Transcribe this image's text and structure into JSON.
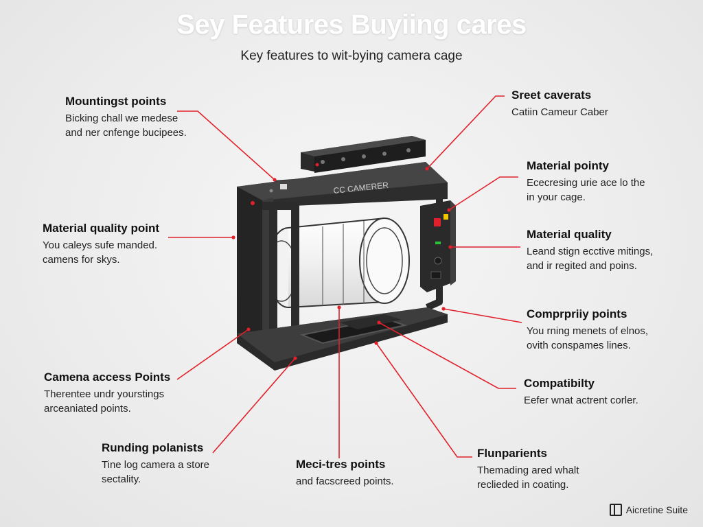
{
  "title": "Sey Features Buyiing cares",
  "subtitle": "Key features to wit-bying camera cage",
  "cage_label": "CC CAMERER",
  "callouts": {
    "mounting": {
      "heading": "Mountingst points",
      "desc1": "Bicking chall we medese",
      "desc2": "and ner cnfenge bucipees."
    },
    "material_quality_point": {
      "heading": "Material quality point",
      "desc1": "You caleys sufe manded.",
      "desc2": "camens for skys."
    },
    "camena_access": {
      "heading": "Camena access Points",
      "desc1": "Therentee undr yourstings",
      "desc2": "arceaniated points."
    },
    "runding": {
      "heading": "Runding polanists",
      "desc1": "Tine log camera a store",
      "desc2": "sectality."
    },
    "meci_tres": {
      "heading": "Meci-tres points",
      "desc1": "and facscreed points."
    },
    "sreet": {
      "heading": "Sreet caverats",
      "desc1": "Catiin Cameur Caber"
    },
    "material_pointy": {
      "heading": "Material pointy",
      "desc1": "Ececresing urie ace lo the",
      "desc2": "in your cage."
    },
    "material_quality": {
      "heading": "Material quality",
      "desc1": "Leand stign ecctive mitings,",
      "desc2": "and ir regited and poins."
    },
    "comprily": {
      "heading": "Comprpriiy points",
      "desc1": "You rning menets of elnos,",
      "desc2": "ovith conspames lines."
    },
    "compatibility": {
      "heading": "Compatibilty",
      "desc1": "Eefer wnat actrent corler."
    },
    "flunparients": {
      "heading": "Flunparients",
      "desc1": "Themading ared whalt",
      "desc2": "reclieded in coating."
    }
  },
  "brand": {
    "label": "Aicretine Suite",
    "icon": "grid-logo-icon"
  },
  "colors": {
    "leader": "#e0202a",
    "cage": "#2b2b2b",
    "title": "#ffffff"
  }
}
